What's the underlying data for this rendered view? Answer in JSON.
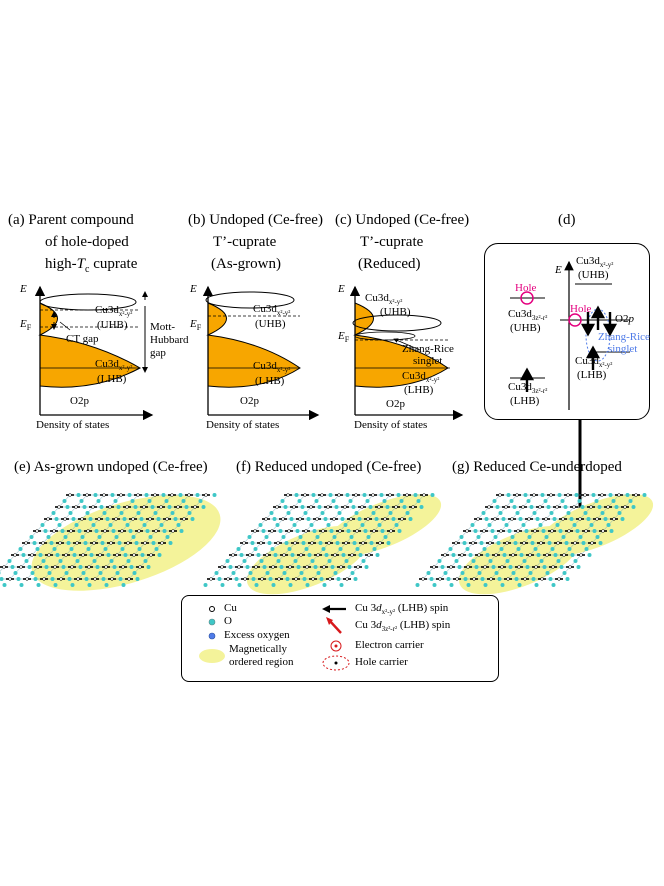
{
  "panels": {
    "a": {
      "line1": "(a)  Parent compound",
      "line2": "of hole-doped",
      "line3_pre": "high-",
      "line3_t": "T",
      "line3_sub": "c",
      "line3_post": " cuprate"
    },
    "b": {
      "line1": "(b)  Undoped (Ce-free)",
      "line2": "T’-cuprate",
      "line3": "(As-grown)"
    },
    "c": {
      "line1": "(c)  Undoped (Ce-free)",
      "line2": "T’-cuprate",
      "line3": "(Reduced)"
    },
    "d": {
      "line1": "(d)"
    },
    "e": {
      "title": "(e) As-grown undoped (Ce-free)"
    },
    "f": {
      "title": "(f)  Reduced undoped (Ce-free)"
    },
    "g": {
      "title": "(g)  Reduced Ce-underdoped"
    }
  },
  "dos": {
    "e_axis": "E",
    "ef_main": "E",
    "ef_sub": "F",
    "xaxis": "Density of states",
    "o2p": "O2p",
    "cu3d": "Cu3d",
    "orb_sub": "x²-y²",
    "uhb": "(UHB)",
    "lhb": "(LHB)",
    "ct_gap": "CT gap",
    "mott_1": "Mott-",
    "mott_2": "Hubbard",
    "mott_3": "gap",
    "zr_1": "Zhang-Rice",
    "zr_2": "singlet"
  },
  "d_panel": {
    "e_axis": "E",
    "hole": "Hole",
    "cu3d": "Cu3d",
    "orb_x": "x²-y²",
    "orb_z": "3z²-r²",
    "uhb": "(UHB)",
    "lhb": "(LHB)",
    "o2p_pre": "O2",
    "o2p_it": "p",
    "zr_1": "Zhang-Rice",
    "zr_2": "singlet"
  },
  "legend": {
    "cu": "Cu",
    "o": "O",
    "excess": "Excess oxygen",
    "mag_1": "Magnetically",
    "mag_2": "ordered region",
    "spin_x_pre": "Cu 3",
    "spin_x_d": "d",
    "spin_x_sub": "x²-y²",
    "spin_x_post": " (LHB) spin",
    "spin_z_pre": "Cu 3",
    "spin_z_d": "d",
    "spin_z_sub": "3z²-r²",
    "spin_z_post": " (LHB) spin",
    "electron": "Electron carrier",
    "hole": "Hole carrier"
  },
  "colors": {
    "orange": "#f7a600",
    "yellow": "#f4f39a",
    "magenta": "#e4007f",
    "blue": "#4f7be8",
    "cyan": "#3fc7c7",
    "red": "#d7191c"
  }
}
